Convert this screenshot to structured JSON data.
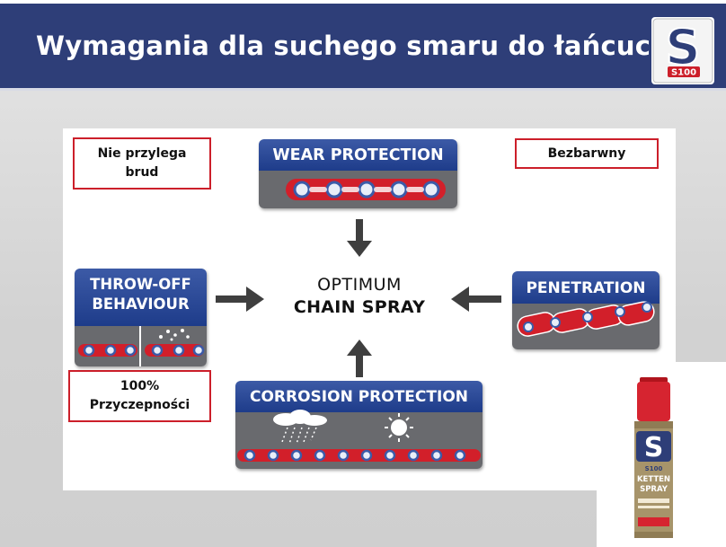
{
  "header": {
    "title": "Wymagania dla suchego smaru do łańcucha",
    "logo_icon": "s100-logo-icon",
    "logo_text": "S100"
  },
  "boxes": {
    "dirt": "Nie przylega brud",
    "colorless": "Bezbarwny",
    "adhesion_line1": "100%",
    "adhesion_line2": "Przyczepności"
  },
  "tiles": {
    "wear": "WEAR PROTECTION",
    "throw_line1": "THROW-OFF",
    "throw_line2": "BEHAVIOUR",
    "penetration": "PENETRATION",
    "corrosion": "CORROSION PROTECTION"
  },
  "center": {
    "line1": "OPTIMUM",
    "line2": "CHAIN SPRAY"
  },
  "product": {
    "icon": "spray-can-icon",
    "brand": "S100",
    "line1": "KETTEN",
    "line2": "SPRAY"
  },
  "colors": {
    "header_blue": "#2e3e78",
    "tile_blue": "#2b4b9b",
    "accent_red": "#cc1f2a",
    "tile_gray": "#696a6e"
  }
}
